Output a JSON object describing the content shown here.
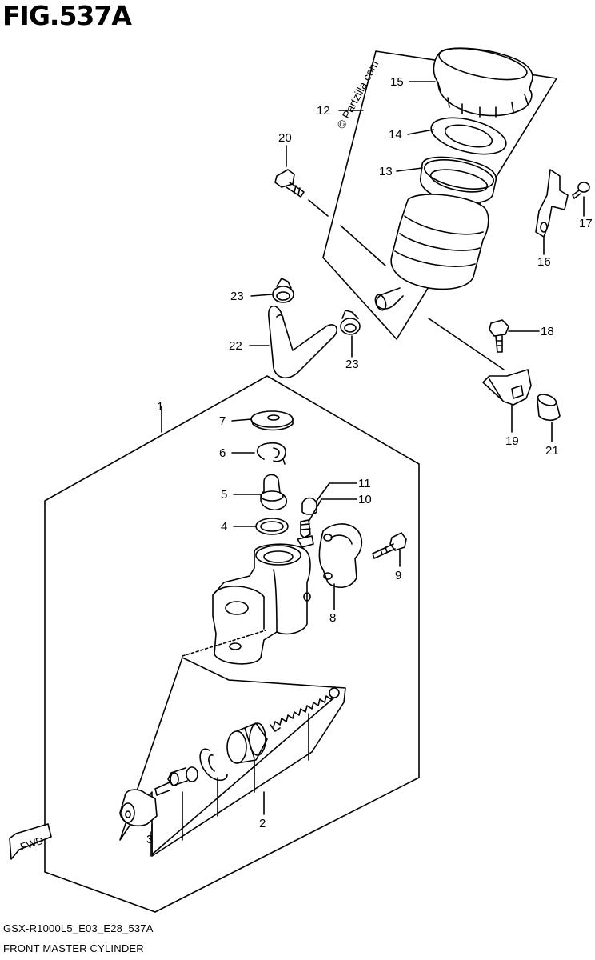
{
  "figure": {
    "title": "FIG.537A",
    "model_code": "GSX-R1000L5_E03_E28_537A",
    "name": "FRONT MASTER CYLINDER",
    "watermark": "© Partzilla.com",
    "direction_label": "FWD"
  },
  "callouts": [
    {
      "num": "1"
    },
    {
      "num": "2"
    },
    {
      "num": "3"
    },
    {
      "num": "4"
    },
    {
      "num": "5"
    },
    {
      "num": "6"
    },
    {
      "num": "7"
    },
    {
      "num": "8"
    },
    {
      "num": "9"
    },
    {
      "num": "10"
    },
    {
      "num": "11"
    },
    {
      "num": "12"
    },
    {
      "num": "13"
    },
    {
      "num": "14"
    },
    {
      "num": "15"
    },
    {
      "num": "16"
    },
    {
      "num": "17"
    },
    {
      "num": "18"
    },
    {
      "num": "19"
    },
    {
      "num": "20"
    },
    {
      "num": "21"
    },
    {
      "num": "22"
    },
    {
      "num": "23a",
      "label": "23"
    },
    {
      "num": "23b",
      "label": "23"
    }
  ]
}
